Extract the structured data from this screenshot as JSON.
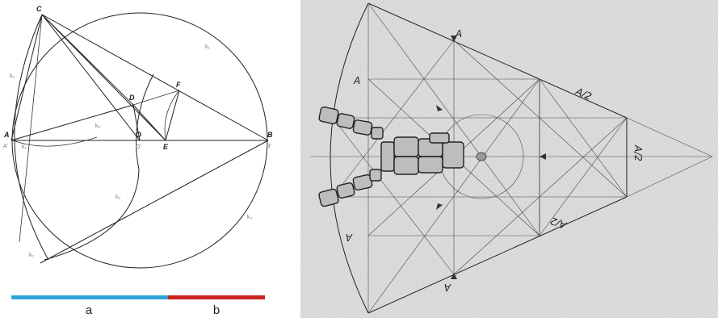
{
  "left_figure": {
    "points": {
      "C": "C",
      "F": "F",
      "D": "D",
      "A": "A",
      "O": "O",
      "E": "E",
      "B": "B",
      "A_prime": "A'",
      "O_prime": "O'",
      "B_prime": "B'"
    },
    "curve_labels": {
      "k1_top": "k₁",
      "k2": "k₂",
      "k4": "k₄",
      "k_small_left": "k₁",
      "k3": "k₃",
      "k_right_bottom": "k₃",
      "k_bottom_left": "k₇"
    },
    "segment_labels": {
      "a": "a",
      "b": "b"
    },
    "colors": {
      "a": "#2fa3d8",
      "b": "#cc2222"
    }
  },
  "right_figure": {
    "labels": {
      "A_top": "A",
      "A_left_top": "A",
      "A_over2_top": "A/2",
      "A_over2_vertical": "A/2",
      "A_over2_bottom": "A/2",
      "A_left_bottom": "A",
      "A_bottom": "A"
    }
  }
}
